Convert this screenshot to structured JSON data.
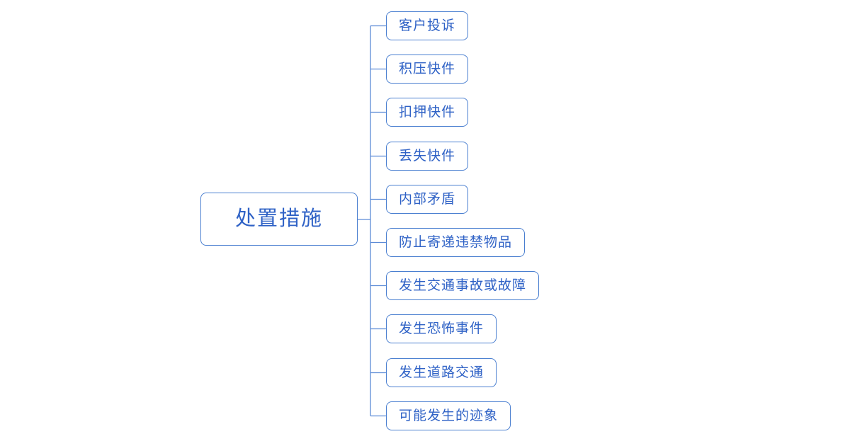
{
  "diagram": {
    "type": "mindmap",
    "root": {
      "label": "处置措施"
    },
    "children": [
      {
        "label": "客户投诉"
      },
      {
        "label": "积压快件"
      },
      {
        "label": "扣押快件"
      },
      {
        "label": "丢失快件"
      },
      {
        "label": "内部矛盾"
      },
      {
        "label": "防止寄递违禁物品"
      },
      {
        "label": "发生交通事故或故障"
      },
      {
        "label": "发生恐怖事件"
      },
      {
        "label": "发生道路交通"
      },
      {
        "label": "可能发生的迹象"
      }
    ],
    "colors": {
      "accent": "#4a7fd0",
      "text": "#2f62c6",
      "line": "#5c8bd6",
      "background": "#ffffff"
    }
  }
}
